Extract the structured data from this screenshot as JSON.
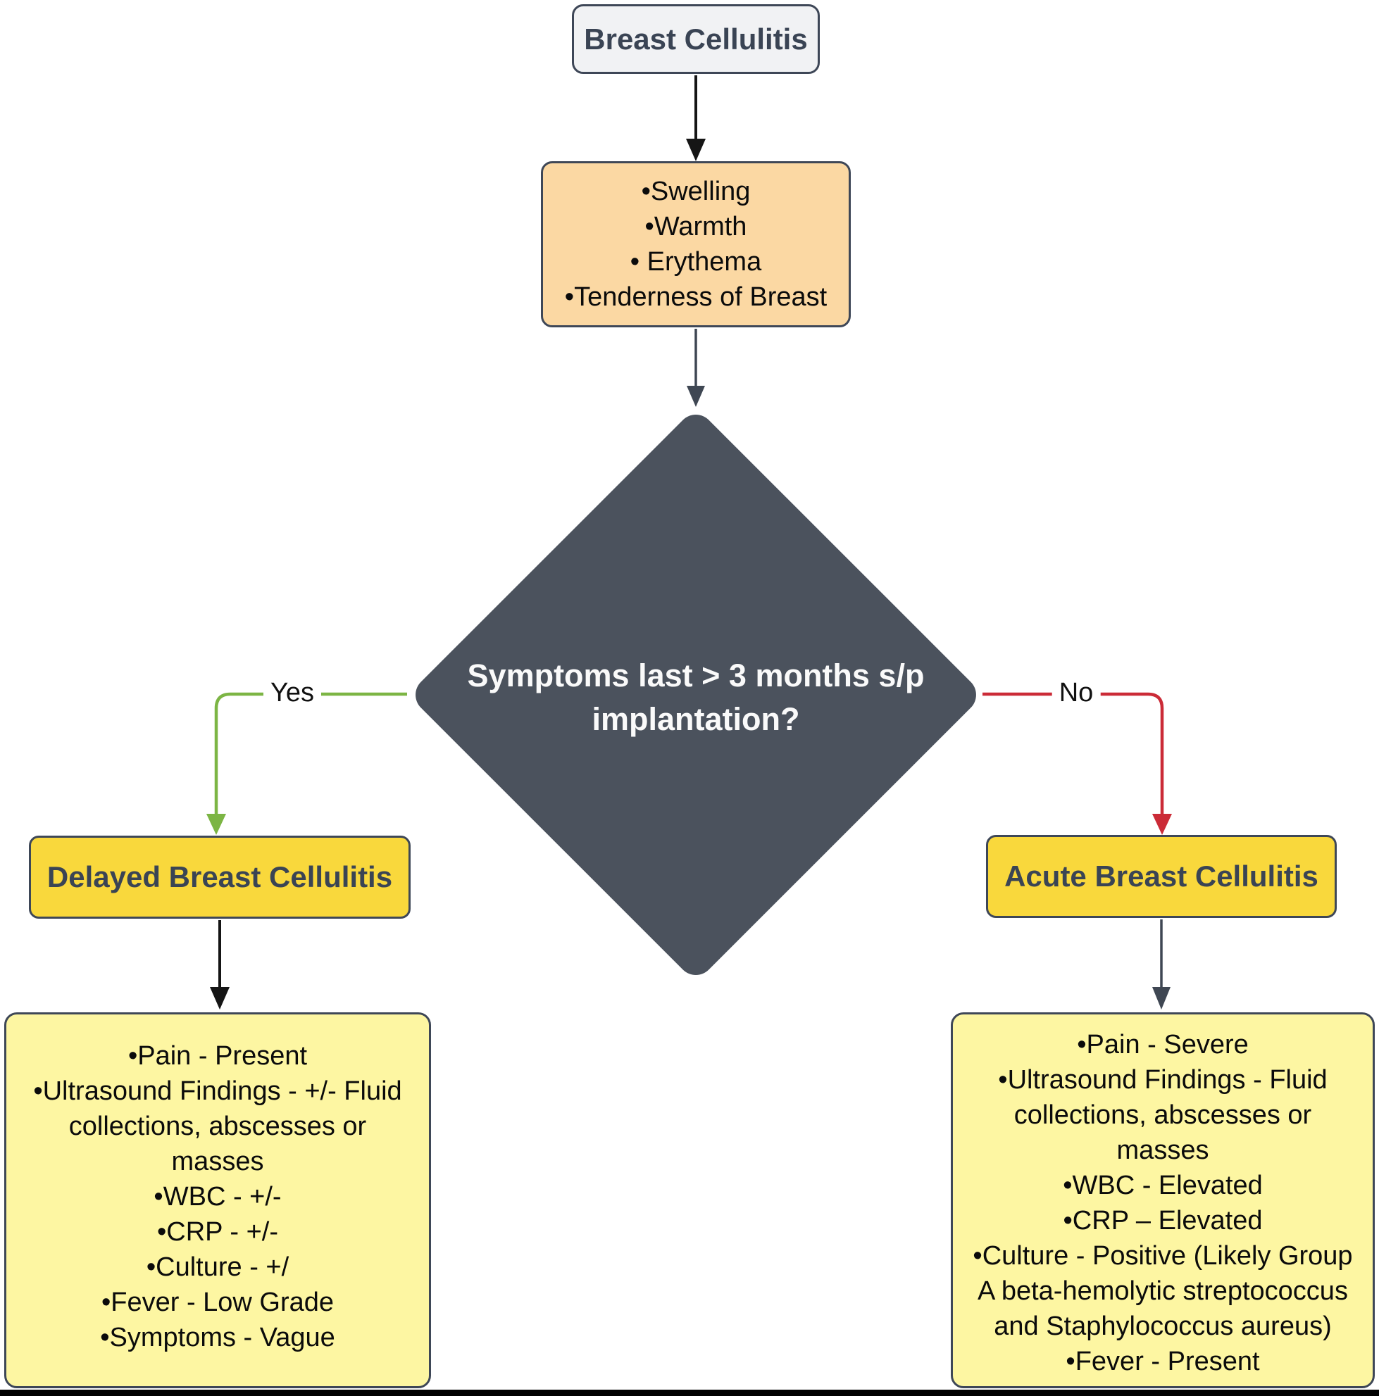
{
  "flowchart": {
    "start": {
      "label": "Breast Cellulitis"
    },
    "symptoms": {
      "lines": [
        "•Swelling",
        "•Warmth",
        "• Erythema",
        "•Tenderness of Breast"
      ]
    },
    "decision": {
      "line1": "Symptoms last > 3 months s/p",
      "line2": "implantation?"
    },
    "yes_branch": {
      "edge_label": "Yes",
      "node_label": "Delayed Breast Cellulitis",
      "findings_lines": [
        "•Pain - Present",
        "•Ultrasound Findings - +/- Fluid",
        "collections, abscesses or",
        "masses",
        "•WBC - +/-",
        "•CRP - +/-",
        "•Culture - +/",
        "•Fever - Low Grade",
        "•Symptoms - Vague"
      ]
    },
    "no_branch": {
      "edge_label": "No",
      "node_label": "Acute Breast Cellulitis",
      "findings_lines": [
        "•Pain - Severe",
        "•Ultrasound Findings - Fluid",
        "collections, abscesses or",
        "masses",
        "•WBC - Elevated",
        "•CRP – Elevated",
        "•Culture - Positive (Likely Group",
        "A beta-hemolytic streptococcus",
        "and Staphylococcus aureus)",
        "•Fever - Present"
      ]
    },
    "colors": {
      "start_fill": "#F1F2F4",
      "symptoms_fill": "#FBD8A3",
      "decision_fill": "#4B525D",
      "outcome_fill": "#F9D83C",
      "findings_fill": "#FDF6A2",
      "border": "#3E4757",
      "yes_arrow": "#7CB544",
      "no_arrow": "#CB2B37",
      "plain_arrow": "#151515"
    }
  }
}
